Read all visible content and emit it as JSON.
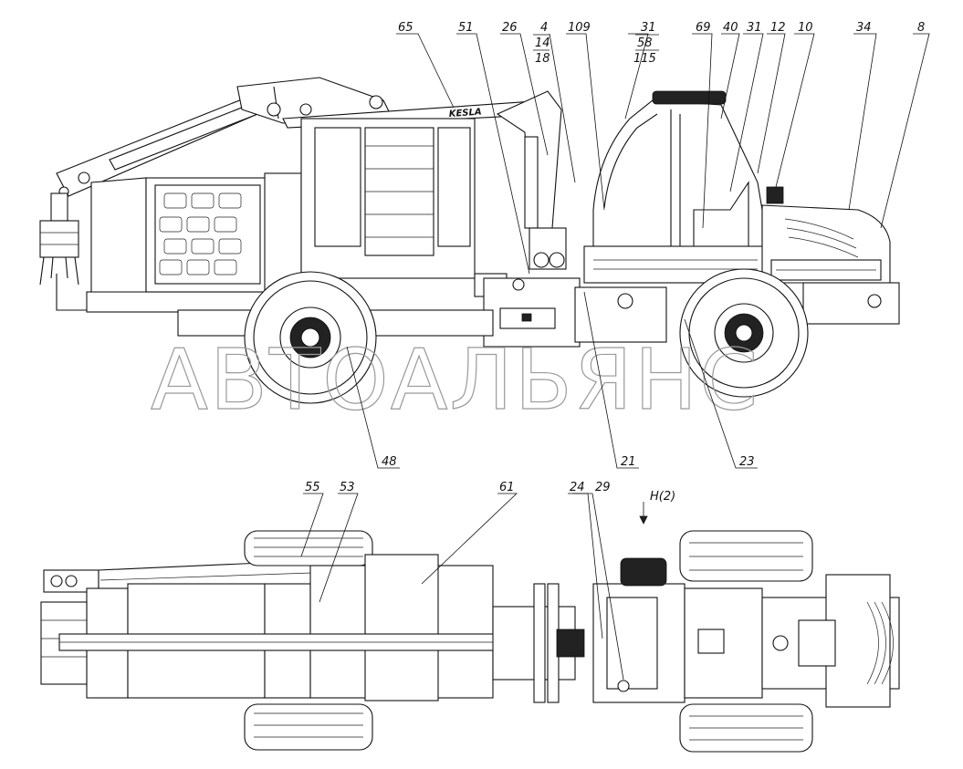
{
  "watermark": "АВТОАЛЬЯНС",
  "brand": "KESLA",
  "view_label": "H(2)",
  "callouts": {
    "c65": "65",
    "c51": "51",
    "c26": "26",
    "c4": "4",
    "c14": "14",
    "c18": "18",
    "c109": "109",
    "c31a": "31",
    "c58": "58",
    "c115": "115",
    "c69": "69",
    "c40": "40",
    "c31b": "31",
    "c12": "12",
    "c10": "10",
    "c34": "34",
    "c8": "8",
    "c48": "48",
    "c21": "21",
    "c23": "23",
    "c55": "55",
    "c53": "53",
    "c61": "61",
    "c24": "24",
    "c29": "29"
  }
}
